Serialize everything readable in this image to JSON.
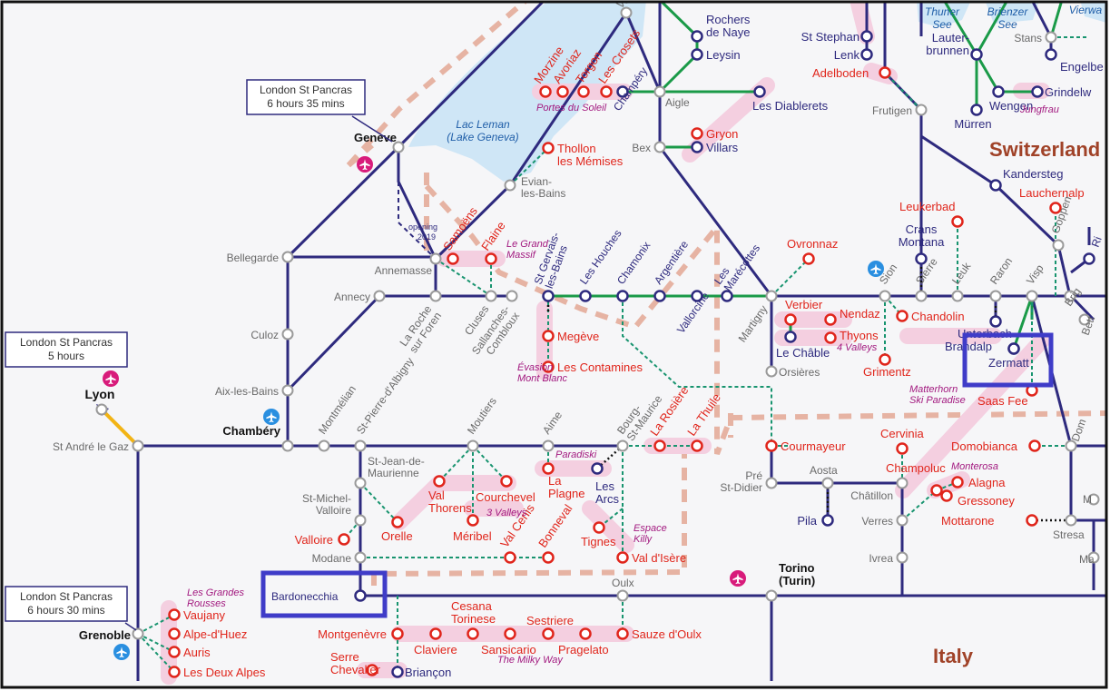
{
  "colors": {
    "background": "#f6f6f8",
    "frame": "#111111",
    "water": "#cfe6f6",
    "water_text": "#1f5ea8",
    "rail_main": "#2e2a7e",
    "rail_green": "#1a9a48",
    "rail_yellow": "#f2b416",
    "connection": "#18946f",
    "border": "#e6b3a3",
    "resort_highlight": "#f4cfe0",
    "resort_text": "#e0251b",
    "area_text": "#a2197f",
    "station_text": "#2e2a7e",
    "gray_text": "#6a6a6a",
    "airport": "#d81b7b",
    "airport_blue": "#2a8fe0",
    "callout": "#3f3cc8",
    "country": "#a04228"
  },
  "callouts": {
    "geneve": [
      "London St Pancras",
      "6 hours 35 mins"
    ],
    "lyon": [
      "London St Pancras",
      "5 hours"
    ],
    "grenoble": [
      "London St Pancras",
      "6 hours 30 mins"
    ]
  },
  "water": [
    {
      "id": "lac-leman",
      "lines": [
        "Lac Leman",
        "(Lake Geneva)"
      ]
    },
    {
      "id": "thuner",
      "lines": [
        "Thuner",
        "See"
      ]
    },
    {
      "id": "brienzer",
      "lines": [
        "Brienzer",
        "See"
      ]
    },
    {
      "id": "vierw",
      "lines": [
        "Vierwa"
      ]
    }
  ],
  "countries": {
    "switzerland": "Switzerland",
    "italy": "Italy"
  },
  "notes": {
    "opening": [
      "opening",
      "2019"
    ]
  },
  "areas": [
    {
      "id": "portes-du-soleil",
      "text": "Portes du Soleil"
    },
    {
      "id": "le-grand-massif",
      "lines": [
        "Le Grand",
        "Massif"
      ]
    },
    {
      "id": "evasion-mont-blanc",
      "lines": [
        "Évasion",
        "Mont Blanc"
      ]
    },
    {
      "id": "four-valleys",
      "text": "4 Valleys"
    },
    {
      "id": "jungfrau",
      "text": "Jungfrau"
    },
    {
      "id": "matterhorn-ski-paradise",
      "lines": [
        "Matterhorn",
        "Ski Paradise"
      ]
    },
    {
      "id": "paradiski",
      "text": "Paradiski"
    },
    {
      "id": "three-valleys",
      "text": "3 Valleys"
    },
    {
      "id": "espace-killy",
      "lines": [
        "Espace",
        "Killy"
      ]
    },
    {
      "id": "monterosa",
      "text": "Monterosa"
    },
    {
      "id": "les-grandes-rousses",
      "lines": [
        "Les Grandes",
        "Rousses"
      ]
    },
    {
      "id": "the-milky-way",
      "text": "The Milky Way"
    }
  ],
  "stations": {
    "rail": [
      {
        "id": "geneve",
        "label": "Geneve",
        "bold": true
      },
      {
        "id": "lyon",
        "label": "Lyon",
        "bold": true
      },
      {
        "id": "chambery",
        "label": "Chambéry",
        "bold": true
      },
      {
        "id": "grenoble",
        "label": "Grenoble",
        "bold": true
      },
      {
        "id": "torino",
        "lines": [
          "Torino",
          "(Turin)"
        ],
        "bold": true
      },
      {
        "id": "vevey",
        "label": "Vevey"
      },
      {
        "id": "aigle",
        "label": "Aigle"
      },
      {
        "id": "bex",
        "label": "Bex"
      },
      {
        "id": "evian",
        "lines": [
          "Evian-",
          "les-Bains"
        ]
      },
      {
        "id": "bellegarde",
        "label": "Bellegarde"
      },
      {
        "id": "annemasse",
        "label": "Annemasse"
      },
      {
        "id": "annecy",
        "label": "Annecy"
      },
      {
        "id": "la-roche",
        "lines": [
          "La Roche",
          "sur Foren"
        ]
      },
      {
        "id": "cluses",
        "label": "Cluses"
      },
      {
        "id": "sallanches",
        "lines": [
          "Sallanches-",
          "Combloux"
        ]
      },
      {
        "id": "culoz",
        "label": "Culoz"
      },
      {
        "id": "aix",
        "label": "Aix-les-Bains"
      },
      {
        "id": "albigny",
        "label": "St-Pierre-d'Albigny"
      },
      {
        "id": "montmelian",
        "label": "Montmélian"
      },
      {
        "id": "st-andre",
        "label": "St André le Gaz"
      },
      {
        "id": "moutiers",
        "label": "Moutiers"
      },
      {
        "id": "aime",
        "label": "Aime"
      },
      {
        "id": "bourg",
        "lines": [
          "Bourg-",
          "St-Maurice"
        ]
      },
      {
        "id": "st-jean",
        "lines": [
          "St-Jean-de-",
          "Maurienne"
        ]
      },
      {
        "id": "st-michel",
        "lines": [
          "St-Michel-",
          "Valloire"
        ]
      },
      {
        "id": "modane",
        "label": "Modane"
      },
      {
        "id": "oulx",
        "label": "Oulx"
      },
      {
        "id": "martigny",
        "label": "Martigny"
      },
      {
        "id": "orsieres",
        "label": "Orsières"
      },
      {
        "id": "sion",
        "label": "Sion"
      },
      {
        "id": "sierre",
        "label": "Sierre"
      },
      {
        "id": "leuk",
        "label": "Leuk"
      },
      {
        "id": "raron",
        "label": "Raron"
      },
      {
        "id": "visp",
        "label": "Visp"
      },
      {
        "id": "brig",
        "label": "Brig"
      },
      {
        "id": "frutigen",
        "label": "Frutigen"
      },
      {
        "id": "stans",
        "label": "Stans"
      },
      {
        "id": "goppenstein",
        "label": "Goppen"
      },
      {
        "id": "aosta",
        "label": "Aosta"
      },
      {
        "id": "chatillon",
        "label": "Châtillon"
      },
      {
        "id": "verres",
        "label": "Verres"
      },
      {
        "id": "ivrea",
        "label": "Ivrea"
      },
      {
        "id": "pre-st-didier",
        "lines": [
          "Pré",
          "St-Didier"
        ]
      },
      {
        "id": "stresa",
        "label": "Stresa"
      },
      {
        "id": "domodossola",
        "label": "Dom"
      },
      {
        "id": "betten",
        "label": "Bett"
      },
      {
        "id": "ma",
        "label": "Ma"
      },
      {
        "id": "m-cut",
        "label": "M"
      }
    ],
    "destinations": [
      {
        "id": "rochers-de-naye",
        "lines": [
          "Rochers",
          "de Naye"
        ]
      },
      {
        "id": "leysin",
        "label": "Leysin"
      },
      {
        "id": "les-diablerets",
        "label": "Les Diablerets"
      },
      {
        "id": "villars",
        "label": "Villars"
      },
      {
        "id": "champery",
        "label": "Champéry"
      },
      {
        "id": "st-gervais",
        "lines": [
          "St Gervais-",
          "les-Bains"
        ]
      },
      {
        "id": "les-houches",
        "label": "Les Houches"
      },
      {
        "id": "chamonix",
        "label": "Chamonix"
      },
      {
        "id": "argentiere",
        "label": "Argentière"
      },
      {
        "id": "les-marecottes",
        "lines": [
          "Les",
          "Marécottes"
        ]
      },
      {
        "id": "vallorcine",
        "label": "Vallorcine"
      },
      {
        "id": "le-chable",
        "label": "Le Châble"
      },
      {
        "id": "st-stephan",
        "label": "St Stephan"
      },
      {
        "id": "lenk",
        "label": "Lenk"
      },
      {
        "id": "lauterbrunnen",
        "lines": [
          "Lauter-",
          "brunnen"
        ]
      },
      {
        "id": "engelberg",
        "label": "Engelbe"
      },
      {
        "id": "grindelwald",
        "label": "Grindelw"
      },
      {
        "id": "wengen",
        "label": "Wengen"
      },
      {
        "id": "murren",
        "label": "Mürren"
      },
      {
        "id": "kandersteg",
        "label": "Kandersteg"
      },
      {
        "id": "crans-montana",
        "lines": [
          "Crans",
          "Montana"
        ]
      },
      {
        "id": "unterbach",
        "label": "Unterbach"
      },
      {
        "id": "brandalp",
        "label": "Brandalp"
      },
      {
        "id": "zermatt",
        "label": "Zermatt"
      },
      {
        "id": "les-arcs",
        "lines": [
          "Les",
          "Arcs"
        ]
      },
      {
        "id": "bardonecchia",
        "label": "Bardonecchia"
      },
      {
        "id": "pila",
        "label": "Pila"
      },
      {
        "id": "briancon",
        "label": "Briançon"
      },
      {
        "id": "riederalp",
        "label": "Ri"
      }
    ],
    "resorts": [
      {
        "id": "morzine",
        "label": "Morzine"
      },
      {
        "id": "avoriaz",
        "label": "Avoriaz"
      },
      {
        "id": "torgon",
        "label": "Torgon"
      },
      {
        "id": "les-crosets",
        "label": "Les Crosets"
      },
      {
        "id": "gryon",
        "label": "Gryon"
      },
      {
        "id": "thollon",
        "lines": [
          "Thollon",
          "les Mémises"
        ]
      },
      {
        "id": "samoens",
        "label": "Samoëns"
      },
      {
        "id": "flaine",
        "label": "Flaine"
      },
      {
        "id": "megeve",
        "label": "Megève"
      },
      {
        "id": "les-contamines",
        "label": "Les Contamines"
      },
      {
        "id": "ovronnaz",
        "label": "Ovronnaz"
      },
      {
        "id": "verbier",
        "label": "Verbier"
      },
      {
        "id": "nendaz",
        "label": "Nendaz"
      },
      {
        "id": "thyons",
        "label": "Thyons"
      },
      {
        "id": "grimentz",
        "label": "Grimentz"
      },
      {
        "id": "chandolin",
        "label": "Chandolin"
      },
      {
        "id": "leukerbad",
        "label": "Leukerbad"
      },
      {
        "id": "lauchernalp",
        "label": "Lauchernalp"
      },
      {
        "id": "adelboden",
        "label": "Adelboden"
      },
      {
        "id": "saas-fee",
        "label": "Saas Fee"
      },
      {
        "id": "cervinia",
        "label": "Cervinia"
      },
      {
        "id": "champoluc",
        "label": "Champoluc"
      },
      {
        "id": "alagna",
        "label": "Alagna"
      },
      {
        "id": "gressoney",
        "label": "Gressoney"
      },
      {
        "id": "domobianca",
        "label": "Domobianca"
      },
      {
        "id": "mottarone",
        "label": "Mottarone"
      },
      {
        "id": "courmayeur",
        "label": "Courmayeur"
      },
      {
        "id": "la-rosiere",
        "label": "La Rosière"
      },
      {
        "id": "la-thuile",
        "label": "La Thuile"
      },
      {
        "id": "la-plagne",
        "lines": [
          "La",
          "Plagne"
        ]
      },
      {
        "id": "val-thorens",
        "lines": [
          "Val",
          "Thorens"
        ]
      },
      {
        "id": "courchevel",
        "label": "Courchevel"
      },
      {
        "id": "meribel",
        "label": "Méribel"
      },
      {
        "id": "orelle",
        "label": "Orelle"
      },
      {
        "id": "val-cenis",
        "label": "Val Cenis"
      },
      {
        "id": "bonneval",
        "label": "Bonneval"
      },
      {
        "id": "tignes",
        "label": "Tignes"
      },
      {
        "id": "val-disere",
        "label": "Val d'Isère"
      },
      {
        "id": "valloire",
        "label": "Valloire"
      },
      {
        "id": "vaujany",
        "label": "Vaujany"
      },
      {
        "id": "alpe-dhuez",
        "label": "Alpe-d'Huez"
      },
      {
        "id": "auris",
        "label": "Auris"
      },
      {
        "id": "les-deux-alpes",
        "label": "Les Deux Alpes"
      },
      {
        "id": "montgenevre",
        "label": "Montgenèvre"
      },
      {
        "id": "claviere",
        "label": "Claviere"
      },
      {
        "id": "cesana",
        "lines": [
          "Cesana",
          "Torinese"
        ]
      },
      {
        "id": "sansicario",
        "label": "Sansicario"
      },
      {
        "id": "sestriere",
        "label": "Sestriere"
      },
      {
        "id": "pragelato",
        "label": "Pragelato"
      },
      {
        "id": "sauze",
        "label": "Sauze d'Oulx"
      },
      {
        "id": "serre-chevalier",
        "lines": [
          "Serre",
          "Chevalier"
        ]
      }
    ]
  },
  "airports": [
    {
      "id": "geneve",
      "color": "pink"
    },
    {
      "id": "lyon",
      "color": "pink"
    },
    {
      "id": "torino",
      "color": "pink"
    },
    {
      "id": "chambery",
      "color": "blue"
    },
    {
      "id": "sion",
      "color": "blue"
    },
    {
      "id": "grenoble",
      "color": "blue"
    }
  ],
  "highlights": [
    "zermatt",
    "bardonecchia"
  ]
}
